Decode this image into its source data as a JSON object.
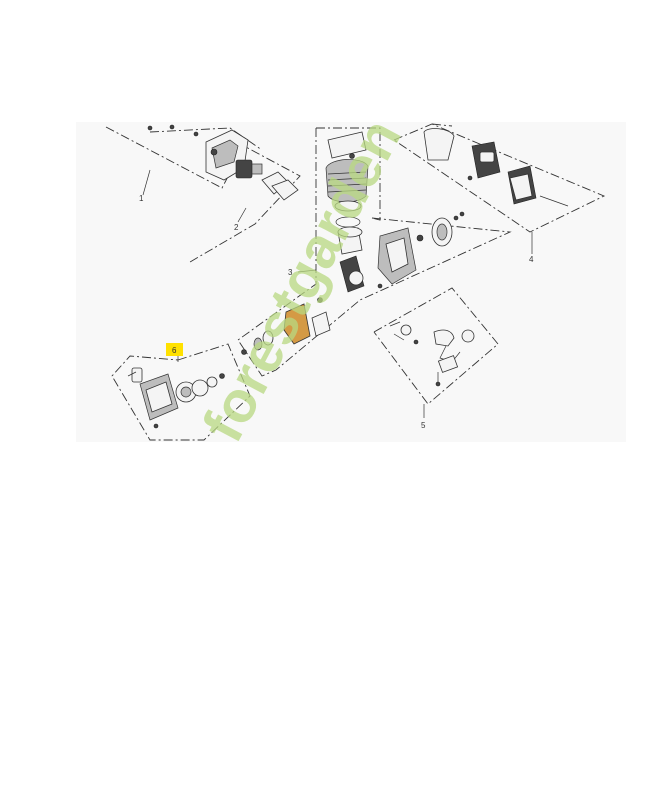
{
  "diagram": {
    "callouts": [
      {
        "id": "1",
        "label": "1"
      },
      {
        "id": "2",
        "label": "2"
      },
      {
        "id": "3",
        "label": "3"
      },
      {
        "id": "4",
        "label": "4"
      },
      {
        "id": "5",
        "label": "5"
      },
      {
        "id": "6",
        "label": "6",
        "highlighted": true
      }
    ],
    "watermark": "forestgarden",
    "colors": {
      "highlight": "#ffe100",
      "watermark_green": "#b9d982",
      "watermark_orange": "#f5b45a",
      "line": "#333333"
    }
  }
}
